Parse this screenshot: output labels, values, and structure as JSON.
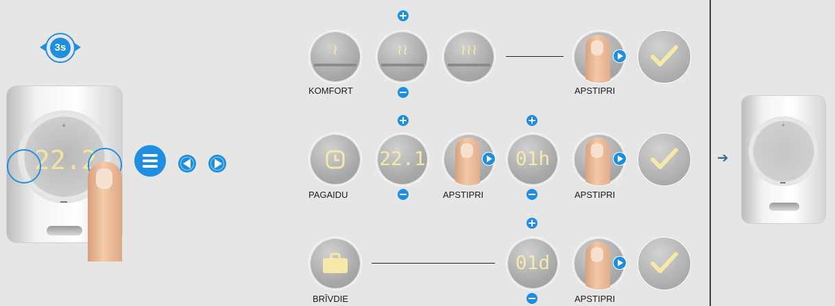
{
  "intro": {
    "timer_label": "3s",
    "display_value": "22.2"
  },
  "rows": [
    {
      "label": "KOMFORT",
      "steps": [
        "heat-low-icon",
        "heat-mid-icon",
        "heat-high-icon"
      ],
      "confirm_label": "APSTIPRI"
    },
    {
      "label": "PAGAIDU",
      "temperature_value": "22.1",
      "confirm_label_1": "APSTIPRI",
      "duration_value": "01h",
      "confirm_label_2": "APSTIPRI"
    },
    {
      "label": "BRĪVDIE",
      "duration_value": "01d",
      "confirm_label": "APSTIPRI"
    }
  ],
  "colors": {
    "accent": "#1e8fe0",
    "display_text": "#f6e9a8",
    "background": "#e6e6e6"
  }
}
